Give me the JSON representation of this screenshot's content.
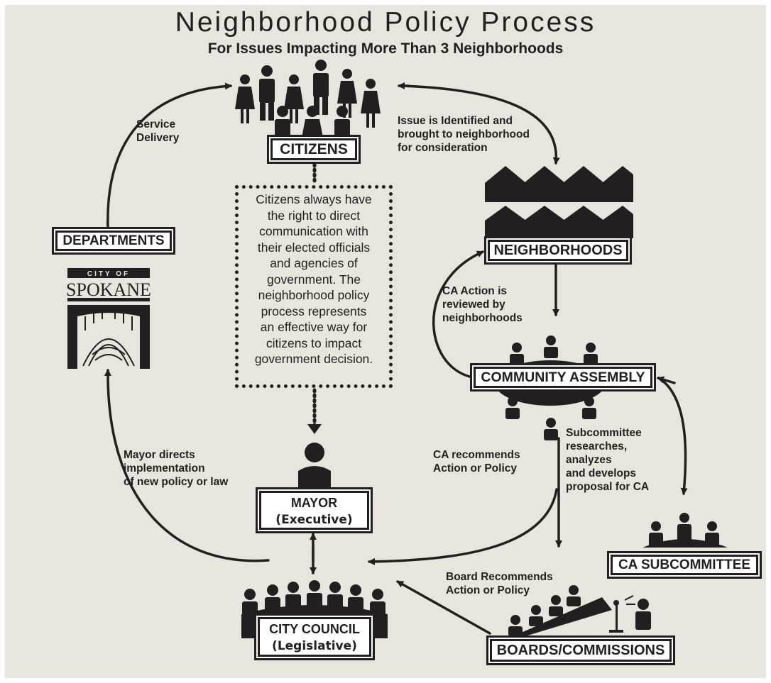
{
  "title": "Neighborhood Policy Process",
  "subtitle": "For Issues Impacting More Than 3 Neighborhoods",
  "nodes": {
    "citizens": "CITIZENS",
    "departments": "DEPARTMENTS",
    "neighborhoods": "NEIGHBORHOODS",
    "community_assembly": "COMMUNITY ASSEMBLY",
    "mayor": "MAYOR",
    "mayor_role": "(Executive)",
    "city_council": "CITY COUNCIL",
    "city_council_role": "(Legislative)",
    "ca_subcommittee": "CA SUBCOMMITTEE",
    "boards_commissions": "BOARDS/COMMISSIONS"
  },
  "logo": {
    "top": "CITY OF",
    "name": "SPOKANE"
  },
  "notes": {
    "service_delivery": [
      "Service",
      "Delivery"
    ],
    "issue_identified": [
      "Issue is Identified and",
      "brought to neighborhood",
      "for consideration"
    ],
    "ca_action_reviewed": [
      "CA Action is",
      "reviewed by",
      "neighborhoods"
    ],
    "subcommittee": [
      "Subcommittee",
      "researches,",
      "analyzes",
      "and develops",
      "proposal for CA"
    ],
    "ca_recommends": [
      "CA recommends",
      "Action or Policy"
    ],
    "mayor_directs": [
      "Mayor directs",
      "implementation",
      "of new policy or law"
    ],
    "board_recommends": [
      "Board Recommends",
      "Action or Policy"
    ]
  },
  "center_note": [
    "Citizens always have",
    "the right to direct",
    "communication with",
    "their elected officials",
    "and agencies of",
    "government.  The",
    "neighborhood policy",
    "process represents",
    "an effective way for",
    "citizens to impact",
    "government decision."
  ],
  "colors": {
    "ink": "#231f20",
    "background": "#e8e5df"
  }
}
